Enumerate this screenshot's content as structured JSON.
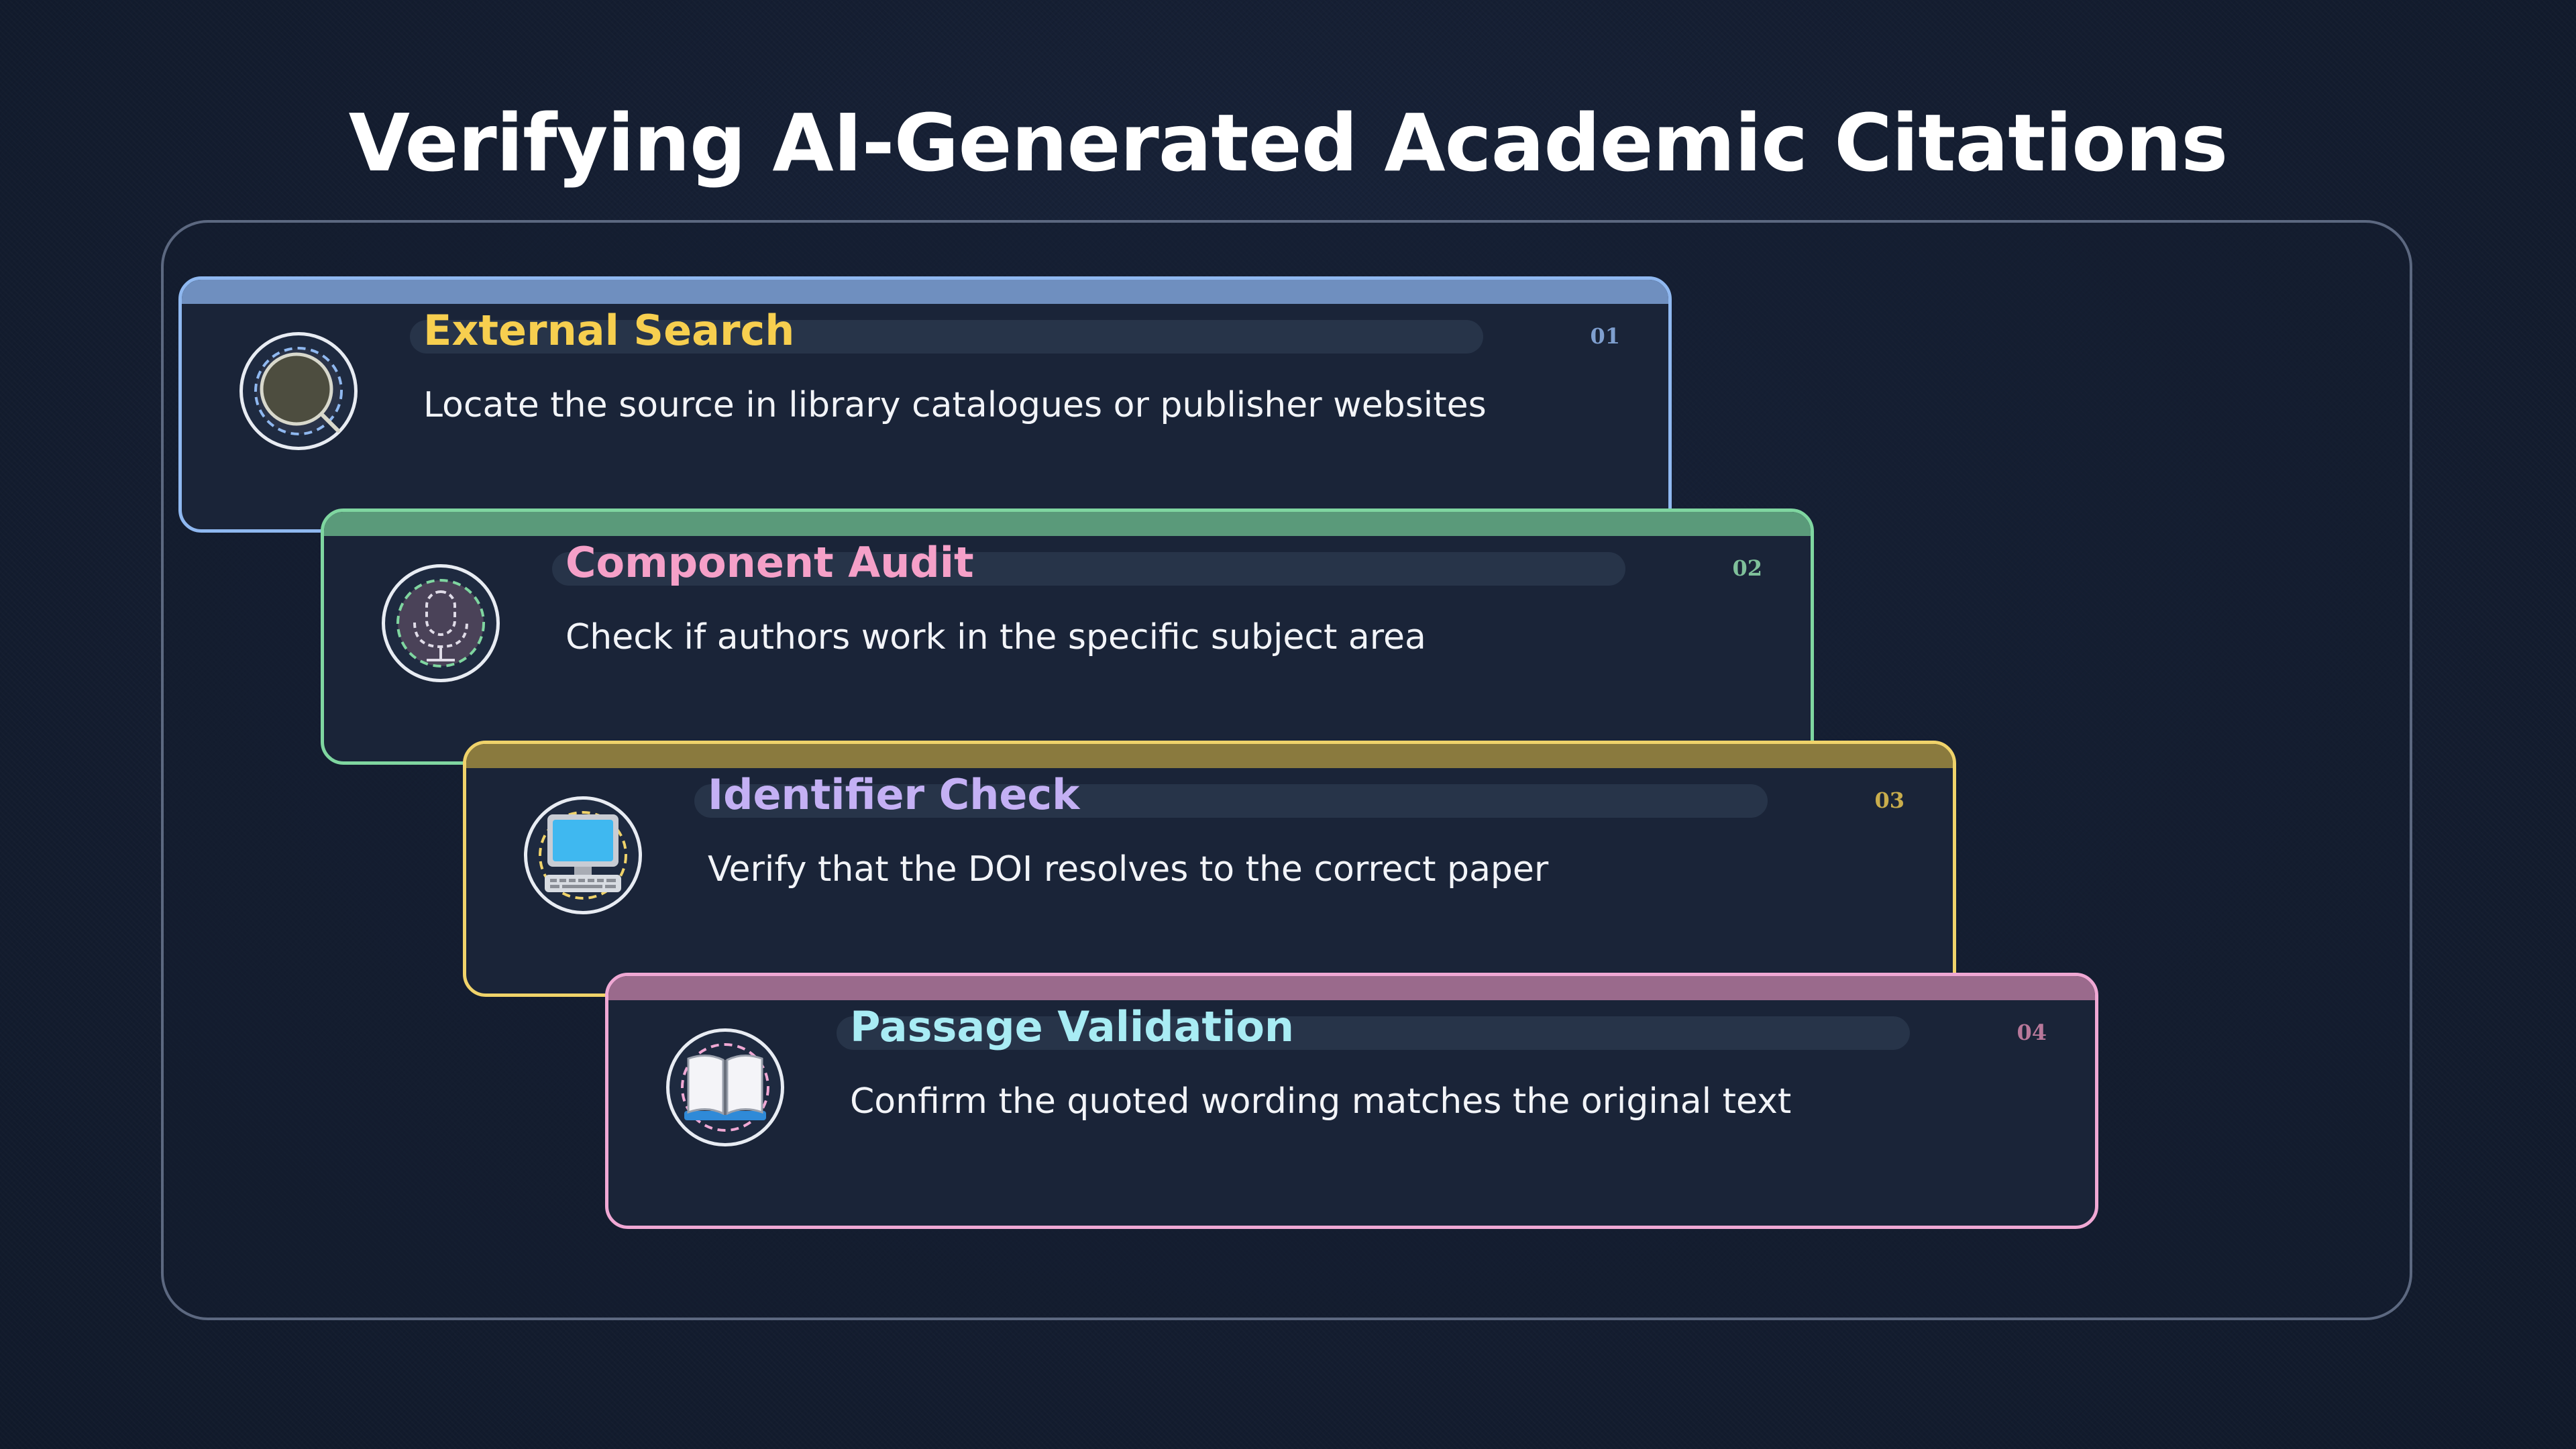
{
  "title": "Verifying AI-Generated Academic Citations",
  "steps": [
    {
      "number": "01",
      "title": "External Search",
      "description": "Locate the source in library catalogues or publisher websites",
      "icon": "magnifier-icon",
      "border_color": "#8fb8f0",
      "bar_color": "#6f8fbf",
      "title_color": "#f7cf4f",
      "num_color": "#7f9fcf"
    },
    {
      "number": "02",
      "title": "Component Audit",
      "description": "Check if authors work in the specific subject area",
      "icon": "microphone-icon",
      "border_color": "#7fd6a0",
      "bar_color": "#5a9a7a",
      "title_color": "#f5a0c8",
      "num_color": "#7fc09a"
    },
    {
      "number": "03",
      "title": "Identifier Check",
      "description": "Verify that the DOI resolves to the correct paper",
      "icon": "computer-icon",
      "border_color": "#f0d36a",
      "bar_color": "#8a7a3e",
      "title_color": "#c4b0f4",
      "num_color": "#c9ad4c"
    },
    {
      "number": "04",
      "title": "Passage Validation",
      "description": "Confirm the quoted wording matches the original text",
      "icon": "open-book-icon",
      "border_color": "#f0a8d4",
      "bar_color": "#9a6a8c",
      "title_color": "#a8ecf4",
      "num_color": "#b8789a"
    }
  ]
}
